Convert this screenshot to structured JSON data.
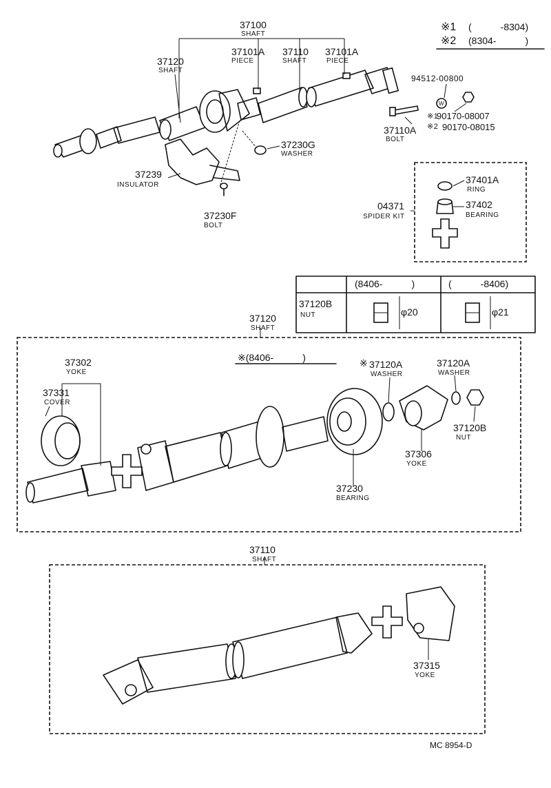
{
  "legend": {
    "l1_mark": "※1",
    "l1_text": "(　　　-8304)",
    "l2_mark": "※2",
    "l2_text": "(8304-　　　)"
  },
  "top_assembly": {
    "shaft_37100_num": "37100",
    "shaft_37100_lbl": "SHAFT",
    "shaft_37120_num": "37120",
    "shaft_37120_lbl": "SHAFT",
    "piece_a_num": "37101A",
    "piece_a_lbl": "PIECE",
    "shaft_37110_num": "37110",
    "shaft_37110_lbl": "SHAFT",
    "piece_b_num": "37101A",
    "piece_b_lbl": "PIECE",
    "washer_94512": "94512-00800",
    "nut1_mark": "※1",
    "nut1_num": "90170-08007",
    "nut2_mark": "※2",
    "nut2_num": "90170-08015",
    "bolt_num": "37110A",
    "bolt_lbl": "BOLT",
    "washer_g_num": "37230G",
    "washer_g_lbl": "WASHER",
    "insulator_num": "37239",
    "insulator_lbl": "INSULATOR",
    "bolt_f_num": "37230F",
    "bolt_f_lbl": "BOLT"
  },
  "spider_kit": {
    "kit_num": "04371",
    "kit_lbl": "SPIDER KIT",
    "ring_num": "37401A",
    "ring_lbl": "RING",
    "bearing_num": "37402",
    "bearing_lbl": "BEARING"
  },
  "nut_table": {
    "col1_header": "(8406-　　　)",
    "col2_header": "(　　　-8406)",
    "row_num": "37120B",
    "row_lbl": "NUT",
    "dim1": "φ20",
    "dim2": "φ21"
  },
  "shaft_37120_detail": {
    "title_num": "37120",
    "title_lbl": "SHAFT",
    "note": "※(8406-　　　)",
    "yoke_num": "37302",
    "yoke_lbl": "YOKE",
    "cover_num": "37331",
    "cover_lbl": "COVER",
    "washer_note_mark": "※",
    "washer1_num": "37120A",
    "washer1_lbl": "WASHER",
    "washer2_num": "37120A",
    "washer2_lbl": "WASHER",
    "nut_num": "37120B",
    "nut_lbl": "NUT",
    "yoke2_num": "37306",
    "yoke2_lbl": "YOKE",
    "bearing_num": "37230",
    "bearing_lbl": "BEARING"
  },
  "shaft_37110_detail": {
    "title_num": "37110",
    "title_lbl": "SHAFT",
    "yoke_num": "37315",
    "yoke_lbl": "YOKE"
  },
  "footer": {
    "code": "MC 8954-D"
  }
}
